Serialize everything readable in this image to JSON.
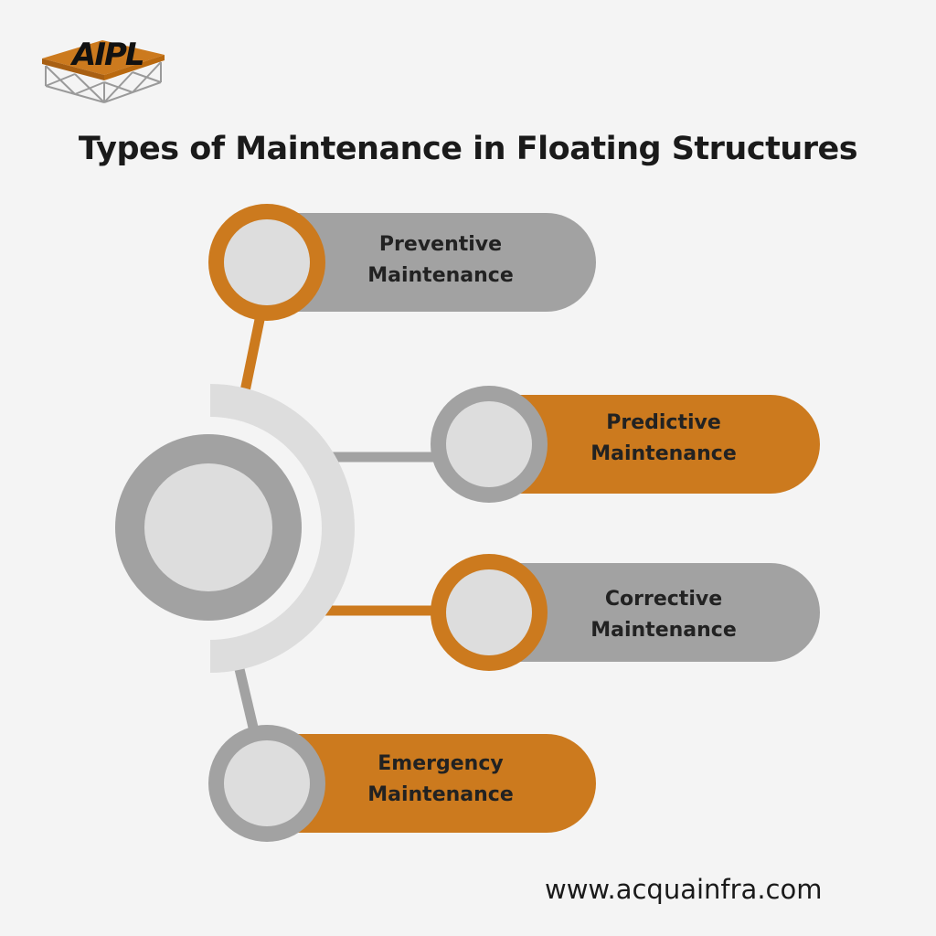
{
  "brand": {
    "logo_text": "AIPL"
  },
  "title": "Types of Maintenance in Floating Structures",
  "items": [
    {
      "line1": "Preventive",
      "line2": "Maintenance",
      "pill_color": "#a2a2a2",
      "ring_color": "#cc7a1e"
    },
    {
      "line1": "Predictive",
      "line2": "Maintenance",
      "pill_color": "#cc7a1e",
      "ring_color": "#a2a2a2"
    },
    {
      "line1": "Corrective",
      "line2": "Maintenance",
      "pill_color": "#a2a2a2",
      "ring_color": "#cc7a1e"
    },
    {
      "line1": "Emergency",
      "line2": "Maintenance",
      "pill_color": "#cc7a1e",
      "ring_color": "#a2a2a2"
    }
  ],
  "colors": {
    "orange": "#cc7a1e",
    "gray": "#a2a2a2",
    "light": "#dddddd",
    "background": "#f4f4f4"
  },
  "website": "www.acquainfra.com"
}
